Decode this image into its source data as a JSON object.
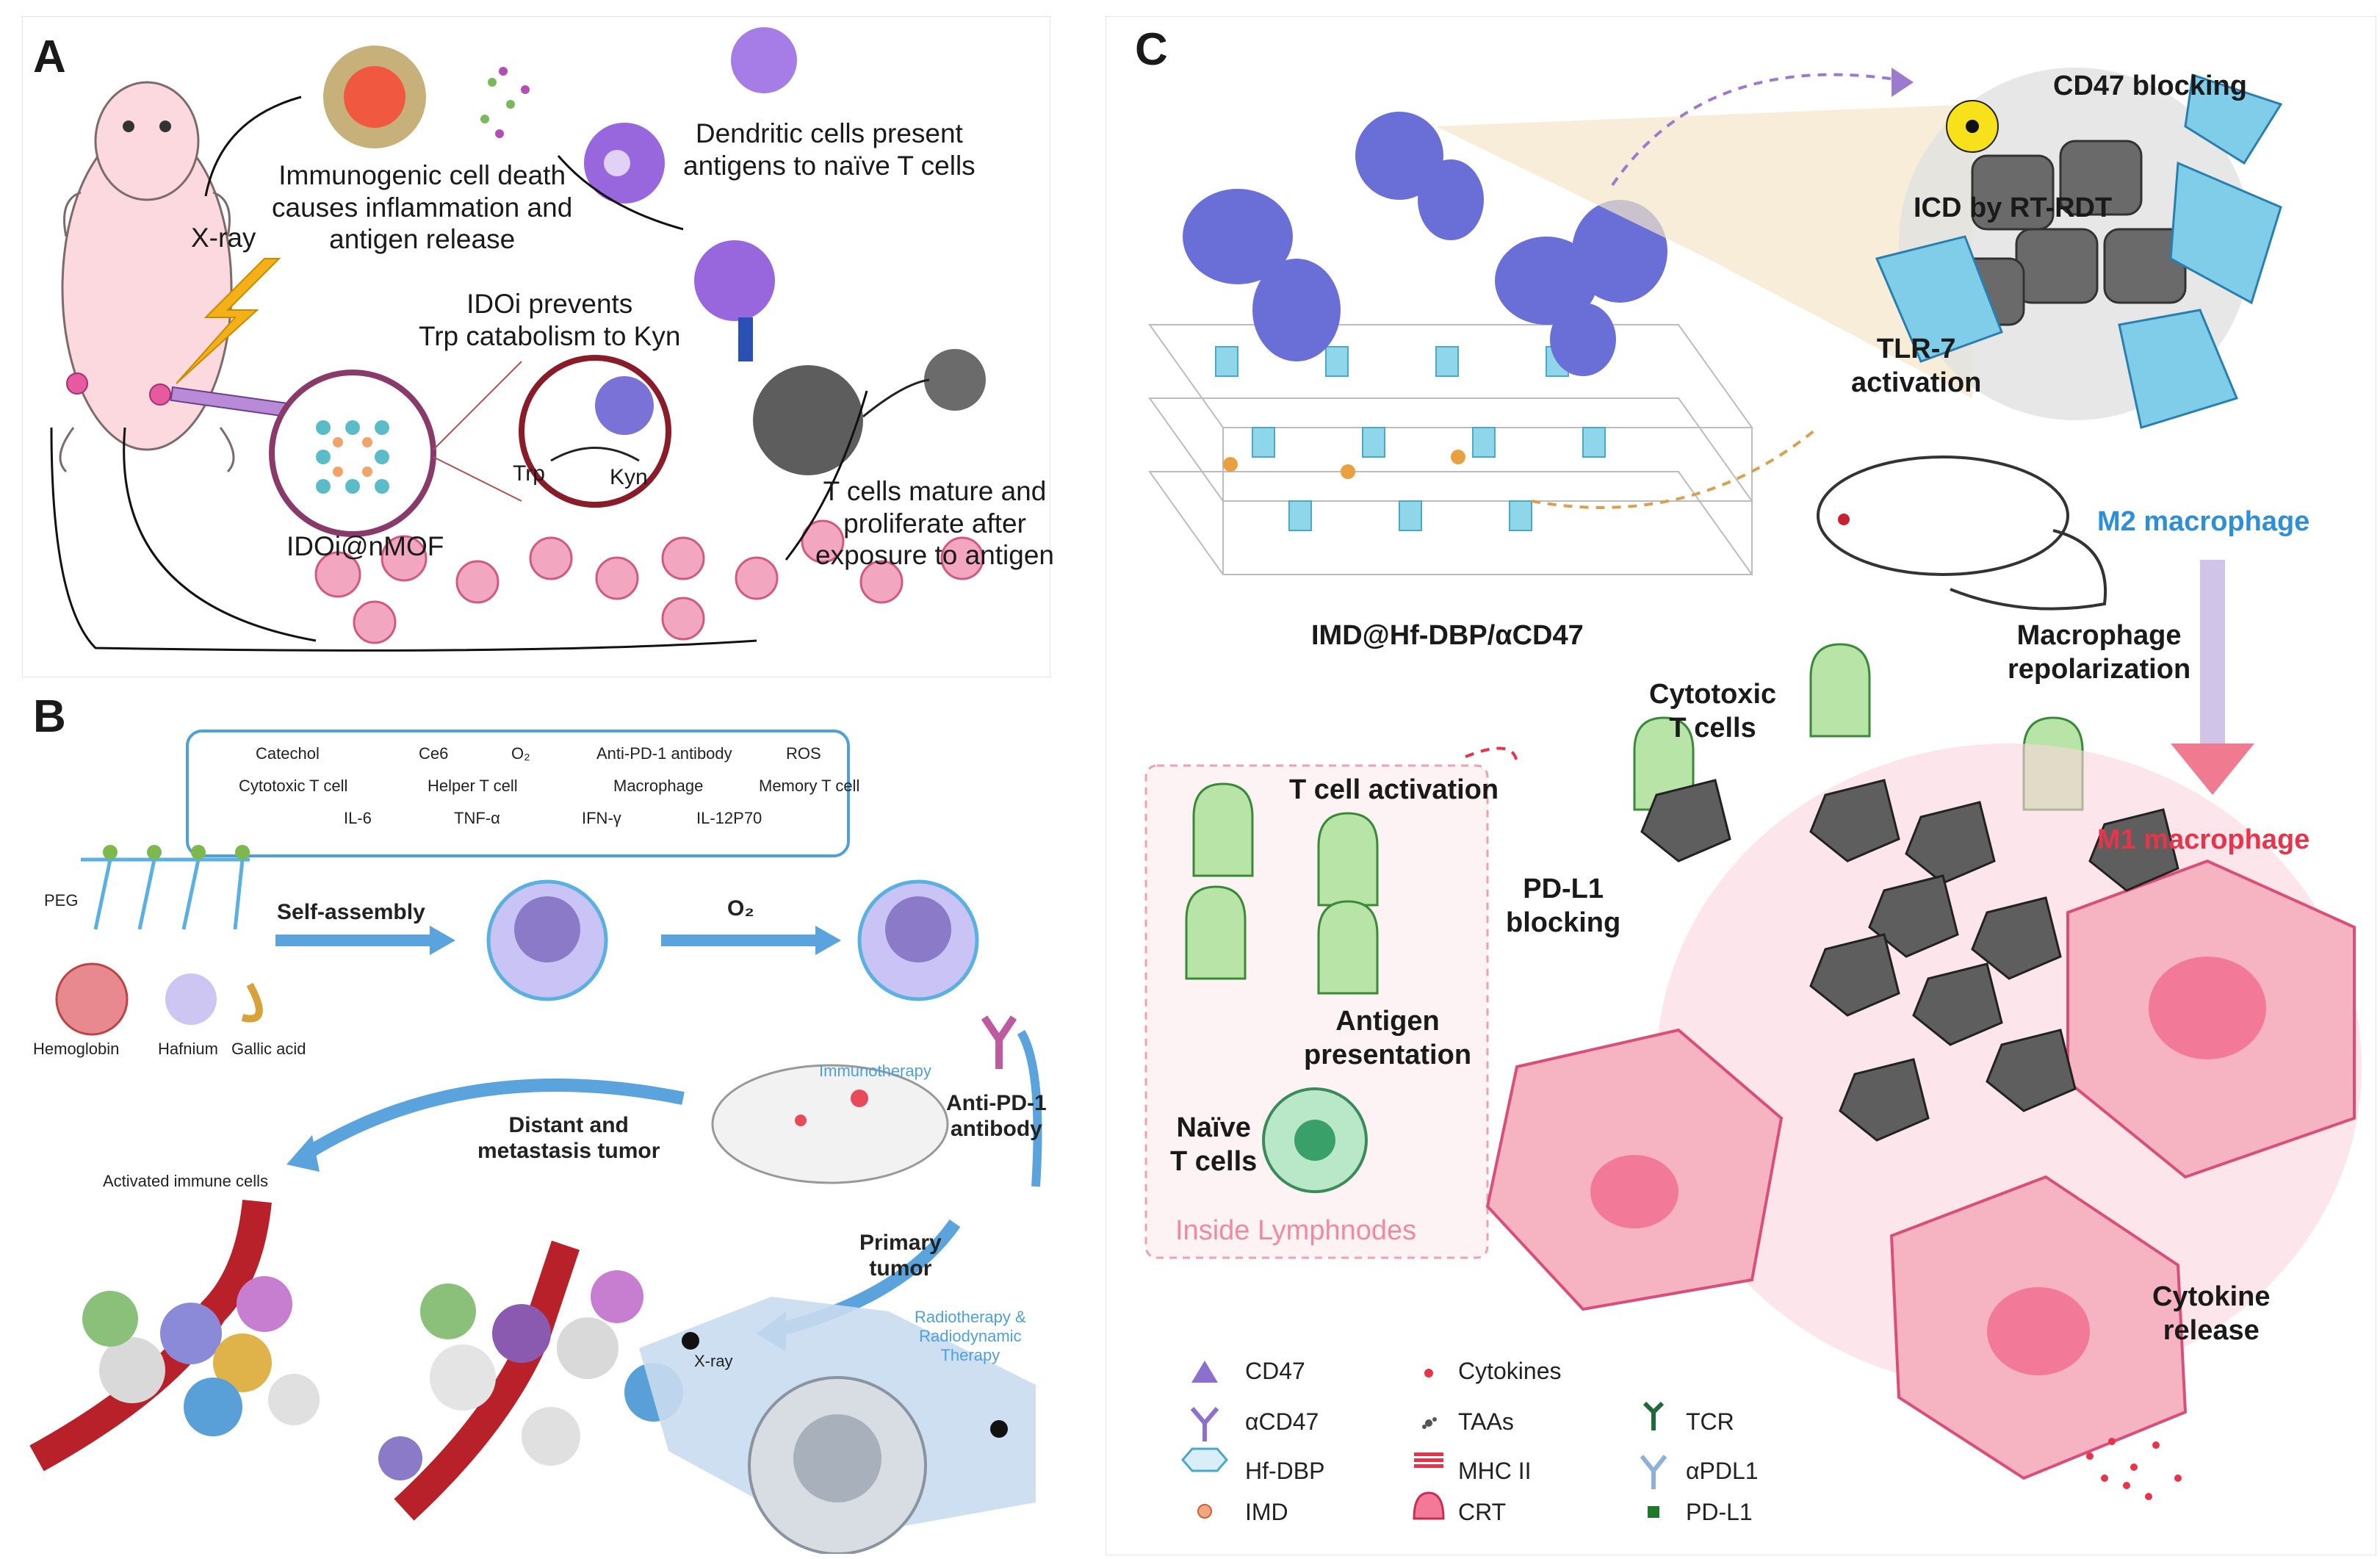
{
  "panel_a": {
    "letter": "A",
    "xray": "X-ray",
    "icd": "Immunogenic cell death\ncauses inflammation and\nantigen release",
    "dc": "Dendritic cells present\nantigens to naïve T cells",
    "idoi": "IDOi prevents\nTrp catabolism to Kyn",
    "trp": "Trp",
    "kyn": "Kyn",
    "mof": "IDOi@nMOF",
    "tcells": "T cells mature and\nproliferate after\nexposure to antigen"
  },
  "panel_b": {
    "letter": "B",
    "legend": [
      "Catechol",
      "Ce6",
      "O₂",
      "Anti-PD-1 antibody",
      "ROS",
      "Cytotoxic T cell",
      "Helper T cell",
      "Macrophage",
      "Memory T cell",
      "IL-6",
      "TNF-α",
      "IFN-γ",
      "IL-12P70"
    ],
    "peg": "PEG",
    "components": [
      "Hemoglobin",
      "Hafnium",
      "Gallic acid"
    ],
    "self_assembly": "Self-assembly",
    "o2": "O₂",
    "immunotherapy": "Immunotherapy",
    "anti_pd1": "Anti-PD-1\nantibody",
    "distant": "Distant and\nmetastasis tumor",
    "activated": "Activated immune cells",
    "primary": "Primary\ntumor",
    "xray": "X-ray",
    "rt": "Radiotherapy &\nRadiodynamic\nTherapy"
  },
  "panel_c": {
    "letter": "C",
    "cd47_blocking": "CD47 blocking",
    "icd": "ICD by RT-RDT",
    "tlr7": "TLR-7\nactivation",
    "m2": "M2 macrophage",
    "construct": "IMD@Hf-DBP/αCD47",
    "repolarization": "Macrophage\nrepolarization",
    "cytotoxic": "Cytotoxic\nT cells",
    "tcell_activation": "T cell activation",
    "m1": "M1 macrophage",
    "pdl1": "PD-L1\nblocking",
    "antigen": "Antigen\npresentation",
    "naive": "Naïve\nT cells",
    "lymph": "Inside Lymphnodes",
    "cytokine": "Cytokine\nrelease",
    "legend": [
      {
        "label": "CD47",
        "icon": "triangle-icon"
      },
      {
        "label": "αCD47",
        "icon": "antibody-icon"
      },
      {
        "label": "Hf-DBP",
        "icon": "hexagon-icon"
      },
      {
        "label": "IMD",
        "icon": "dot-icon"
      },
      {
        "label": "Cytokines",
        "icon": "dot-icon"
      },
      {
        "label": "TAAs",
        "icon": "particle-icon"
      },
      {
        "label": "MHC II",
        "icon": "stripes-icon"
      },
      {
        "label": "CRT",
        "icon": "dome-icon"
      },
      {
        "label": "TCR",
        "icon": "receptor-icon"
      },
      {
        "label": "αPDL1",
        "icon": "antibody-icon"
      },
      {
        "label": "PD-L1",
        "icon": "square-icon"
      }
    ]
  },
  "colors": {
    "purple": "#8d6fcf",
    "pink": "#f19cb0",
    "green": "#a8d89a",
    "blue_arrow": "#4e9ad8",
    "m2_blue": "#2f8fd6",
    "m1_red": "#e8344a",
    "grey_cell": "#5a5a5a"
  }
}
